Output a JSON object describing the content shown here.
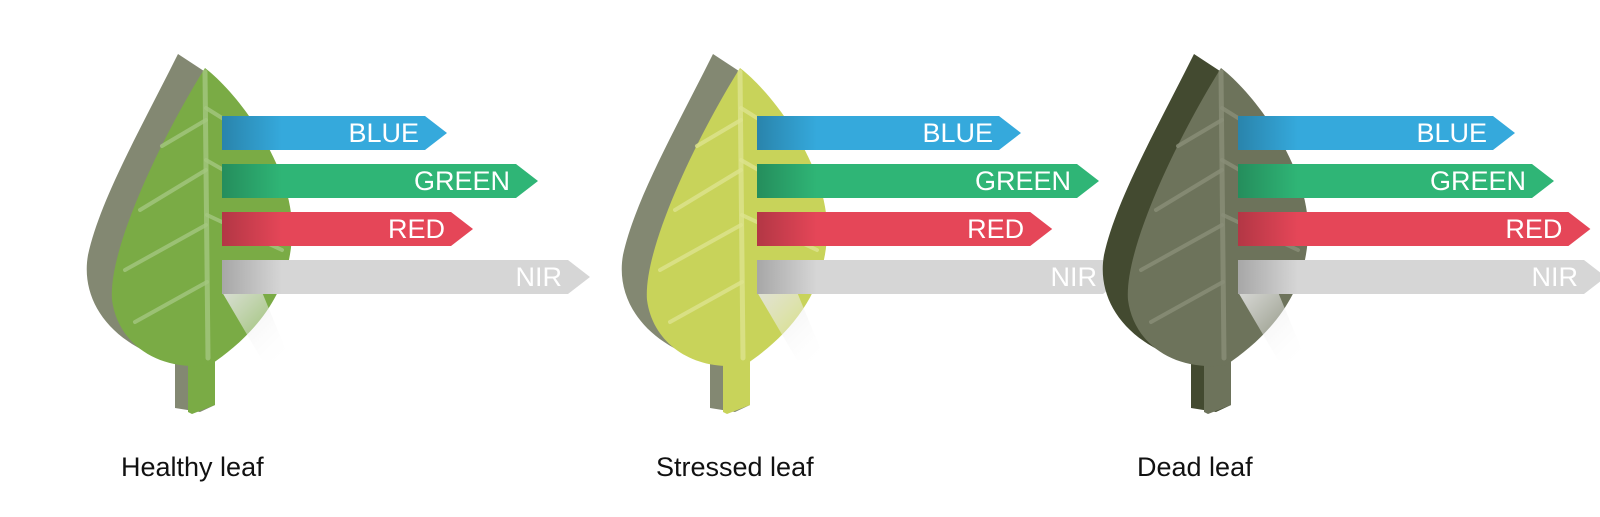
{
  "diagram": {
    "leaves": [
      {
        "id": "healthy",
        "caption": "Healthy leaf",
        "colors": {
          "face": "#7aab45",
          "side": "#838872",
          "vein": "#a4c77f"
        },
        "bands": [
          {
            "label": "BLUE",
            "color": "#35a9dc",
            "reflect": 0.45
          },
          {
            "label": "GREEN",
            "color": "#2fb576",
            "reflect": 0.8
          },
          {
            "label": "RED",
            "color": "#e54658",
            "reflect": 0.55
          },
          {
            "label": "NIR",
            "color": "#d6d6d6",
            "reflect": 1.0
          }
        ]
      },
      {
        "id": "stressed",
        "caption": "Stressed leaf",
        "colors": {
          "face": "#c8d35a",
          "side": "#838872",
          "vein": "#dde48f"
        },
        "bands": [
          {
            "label": "BLUE",
            "color": "#35a9dc",
            "reflect": 0.6
          },
          {
            "label": "GREEN",
            "color": "#2fb576",
            "reflect": 0.9
          },
          {
            "label": "RED",
            "color": "#e54658",
            "reflect": 0.72
          },
          {
            "label": "NIR",
            "color": "#d6d6d6",
            "reflect": 1.0
          }
        ]
      },
      {
        "id": "dead",
        "caption": "Dead leaf",
        "colors": {
          "face": "#6d735b",
          "side": "#434a30",
          "vein": "#8a8f78"
        },
        "bands": [
          {
            "label": "BLUE",
            "color": "#35a9dc",
            "reflect": 0.65
          },
          {
            "label": "GREEN",
            "color": "#2fb576",
            "reflect": 0.8
          },
          {
            "label": "RED",
            "color": "#e54658",
            "reflect": 0.94
          },
          {
            "label": "NIR",
            "color": "#d6d6d6",
            "reflect": 1.0
          }
        ]
      }
    ]
  }
}
